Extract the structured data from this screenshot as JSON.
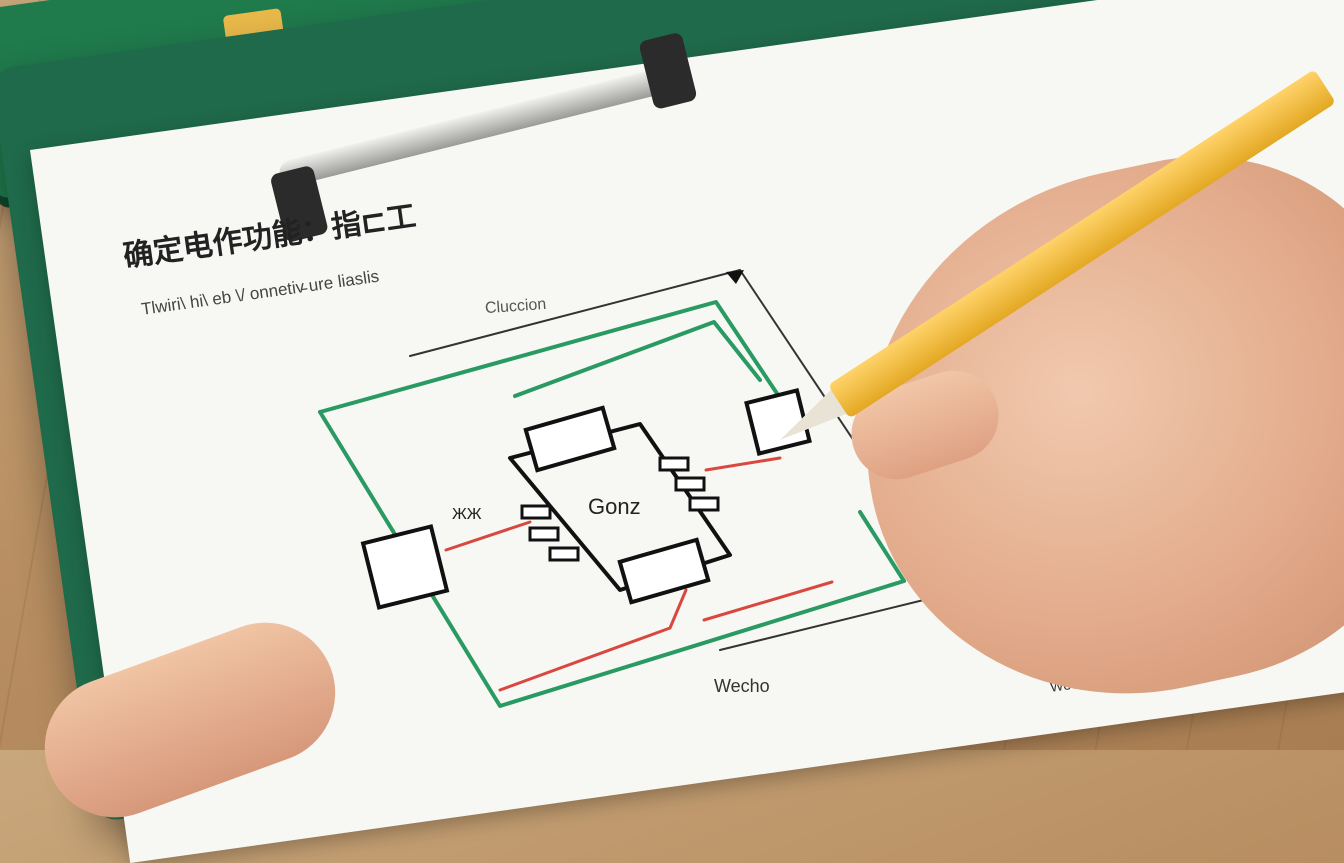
{
  "photo": {
    "title_text": "确定电作功能：指⊏工",
    "subtitle_text": "Tlwiri\\ hi\\ eb \\/ onnetiv̵ ure liaslis",
    "center_box_text": "Gonz",
    "top_text": "Cluccion",
    "left_text": "ЖЖ",
    "bottom_text": "Wecho",
    "sheet_text": "Weeiie"
  }
}
